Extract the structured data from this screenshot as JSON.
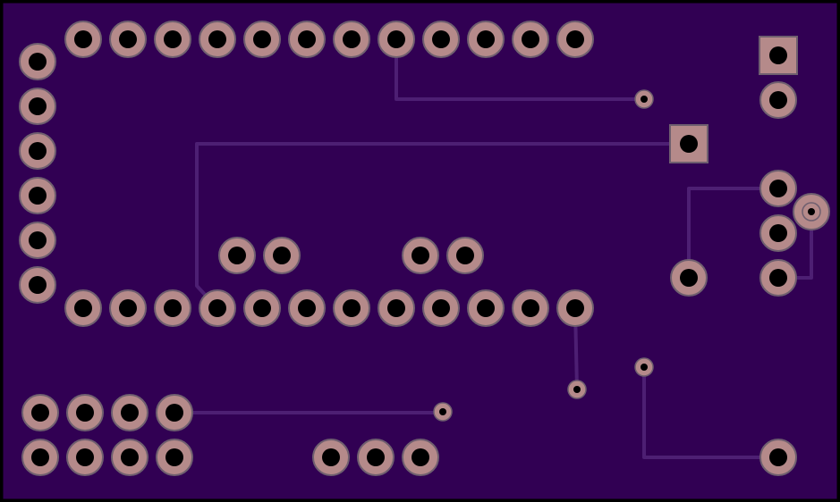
{
  "board": {
    "colors": {
      "substrate": "#310053",
      "outline": "#000000",
      "trace": "#4d1f73",
      "pad_fill": "#b58a8a",
      "pad_stroke": "#6f5f6f",
      "drill": "#000000"
    }
  },
  "components": [
    {
      "name": "header-top-row",
      "kind": "pin-header",
      "pins": 12
    },
    {
      "name": "header-bottom-row",
      "kind": "pin-header",
      "pins": 12
    },
    {
      "name": "header-left-column",
      "kind": "pin-header",
      "pins": 6
    },
    {
      "name": "jumper-pair-left",
      "kind": "jumper",
      "pins": 2
    },
    {
      "name": "jumper-pair-right",
      "kind": "jumper",
      "pins": 2
    },
    {
      "name": "power-connector",
      "kind": "connector",
      "pins": 2,
      "first_pin_square": true
    },
    {
      "name": "regulator-pad",
      "kind": "component",
      "pins": 2,
      "first_pin_square": true
    },
    {
      "name": "sensor-connector",
      "kind": "connector",
      "pins": 4
    },
    {
      "name": "grid-connector",
      "kind": "connector",
      "pins": 8
    },
    {
      "name": "three-pin-connector",
      "kind": "connector",
      "pins": 3
    },
    {
      "name": "single-pad",
      "kind": "test-point",
      "pins": 1
    },
    {
      "name": "vias",
      "kind": "via",
      "pins": 5
    }
  ]
}
